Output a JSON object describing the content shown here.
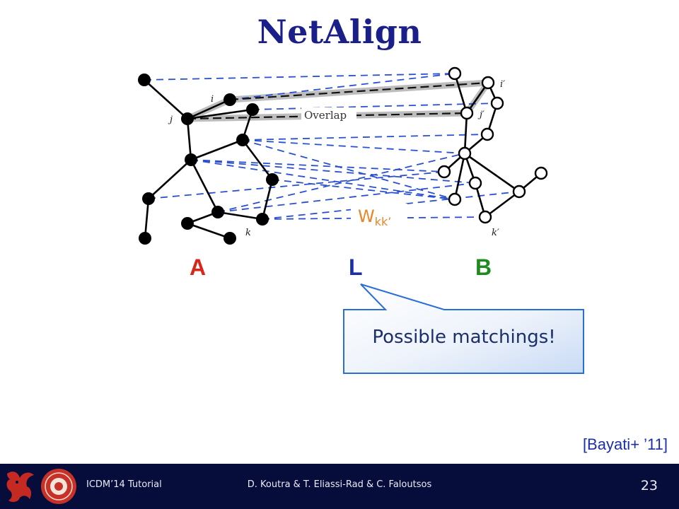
{
  "slide": {
    "title": "NetAlign",
    "graph_labels": {
      "a": "A",
      "l": "L",
      "b": "B"
    },
    "weight_label": {
      "base": "W",
      "subscript": "kk’"
    },
    "node_labels": {
      "i": "i",
      "j": "j",
      "k": "k",
      "i_prime": "i′",
      "j_prime": "j′",
      "k_prime": "k′"
    },
    "overlap_label": "Overlap",
    "callout": "Possible matchings!",
    "citation": "[Bayati+ ’11]"
  },
  "footer": {
    "left": "ICDM’14 Tutorial",
    "center": "D. Koutra & T. Eliassi-Rad & C. Faloutsos",
    "page": "23"
  },
  "colors": {
    "title": "#1a1f8a",
    "label_a": "#d9261c",
    "label_l": "#1b2fa8",
    "label_b": "#1f8a1f",
    "weight": "#e8862a",
    "match_lines": "#2a4fd0",
    "footer_bg": "#070d3a"
  }
}
